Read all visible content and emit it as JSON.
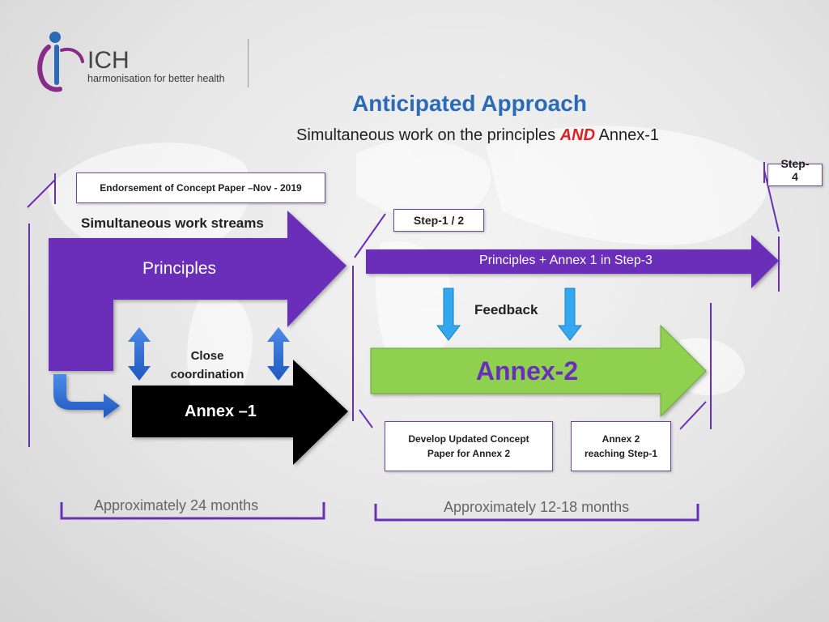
{
  "logo": {
    "name": "ICH",
    "tagline": "harmonisation for better health"
  },
  "header": {
    "title": "Anticipated Approach",
    "subtitle_before": "Simultaneous work on the principles",
    "subtitle_emph": "AND",
    "subtitle_after": "Annex-1"
  },
  "boxes": {
    "endorsement": "Endorsement of Concept Paper –Nov - 2019",
    "step12": "Step-1 / 2",
    "step4_line1": "Step-",
    "step4_line2": "4",
    "develop_line1": "Develop Updated Concept",
    "develop_line2": "Paper for Annex 2",
    "annex2step1_line1": "Annex 2",
    "annex2step1_line2": "reaching Step-1"
  },
  "labels": {
    "simultaneous": "Simultaneous work streams",
    "principles": "Principles",
    "close_line1": "Close",
    "close_line2": "coordination",
    "annex1": "Annex –1",
    "principles_annex": "Principles + Annex 1 in Step-3",
    "feedback": "Feedback",
    "annex2": "Annex-2"
  },
  "footer": {
    "left": "Approximately 24 months",
    "right": "Approximately 12-18 months"
  },
  "colors": {
    "purple": "#6a2fb8",
    "purple_dark": "#4a1f8a",
    "green": "#8fd14f",
    "black": "#000000",
    "blue_arrow": "#2f6fd6",
    "cyan_arrow": "#33a8ee",
    "title_blue": "#2a6ab7",
    "accent_red": "#e02020"
  }
}
